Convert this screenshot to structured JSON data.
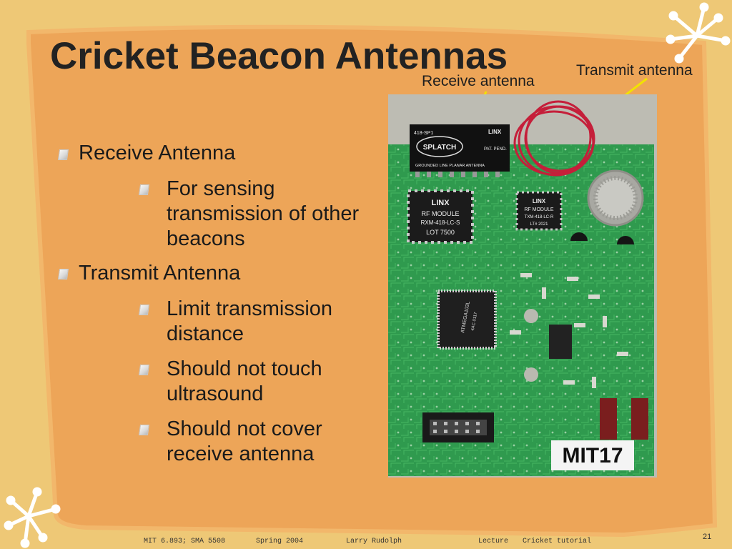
{
  "slide": {
    "title": "Cricket Beacon Antennas",
    "callouts": {
      "receive": "Receive antenna",
      "transmit": "Transmit antenna"
    },
    "bullets": [
      {
        "level": 1,
        "text": "Receive Antenna"
      },
      {
        "level": 2,
        "text": "For sensing transmission of other beacons"
      },
      {
        "level": 1,
        "text": "Transmit Antenna"
      },
      {
        "level": 2,
        "text": "Limit transmission distance"
      },
      {
        "level": 2,
        "text": "Should not touch ultrasound"
      },
      {
        "level": 2,
        "text": "Should not cover receive antenna"
      }
    ],
    "photo": {
      "chip_labels": {
        "splatch": "SPLATCH",
        "splatch_part": "418-SP1",
        "splatch_sub": "GROUNDED LINE PLANAR ANTENNA",
        "splatch_pat": "PAT. PEND.",
        "linx": "LINX",
        "rf_module_rx_title": "RF MODULE",
        "rf_module_rx_part": "RXM-418-LC-S",
        "rf_module_rx_lot": "LOT 7500",
        "rf_module_tx_title": "RF MODULE",
        "rf_module_tx_part": "TXM-418-LC-R",
        "rf_module_tx_lot": "LT# 2021",
        "mcu": "ATMEGA103L",
        "mcu_sub": "4AC 0117",
        "board_id": "MIT17"
      }
    },
    "footer": {
      "course": "MIT 6.893; SMA 5508",
      "term": "Spring 2004",
      "author": "Larry Rudolph",
      "type": "Lecture",
      "topic": "Cricket tutorial",
      "page": "21"
    },
    "colors": {
      "background": "#EEC876",
      "panel": "#EDA558",
      "arrow": "#F2E200",
      "board_green": "#2F9A4E"
    }
  }
}
